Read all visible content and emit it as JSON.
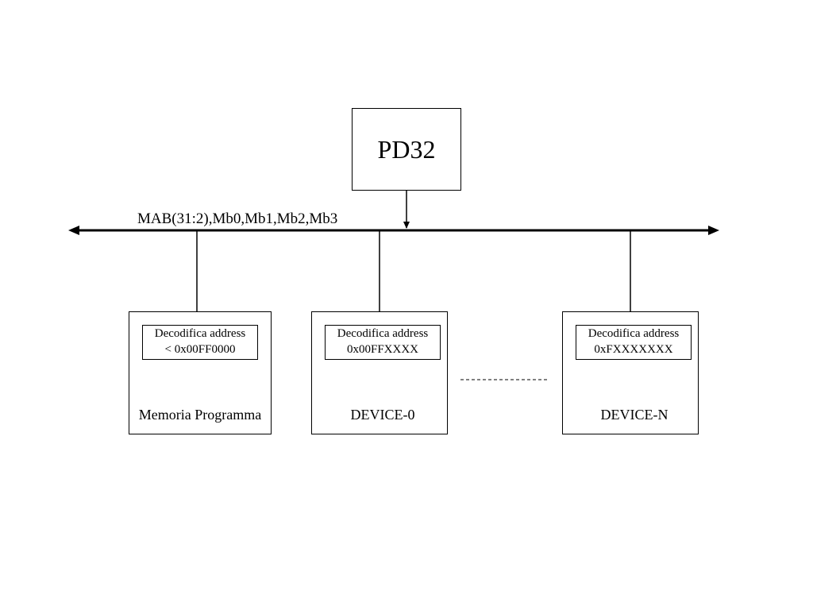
{
  "cpu": {
    "label": "PD32"
  },
  "bus": {
    "label": "MAB(31:2),Mb0,Mb1,Mb2,Mb3"
  },
  "units": [
    {
      "decoder_title": "Decodifica address",
      "decoder_range": "< 0x00FF0000",
      "name": "Memoria Programma"
    },
    {
      "decoder_title": "Decodifica address",
      "decoder_range": "0x00FFXXXX",
      "name": "DEVICE-0"
    },
    {
      "decoder_title": "Decodifica address",
      "decoder_range": "0xFXXXXXXX",
      "name": "DEVICE-N"
    }
  ]
}
